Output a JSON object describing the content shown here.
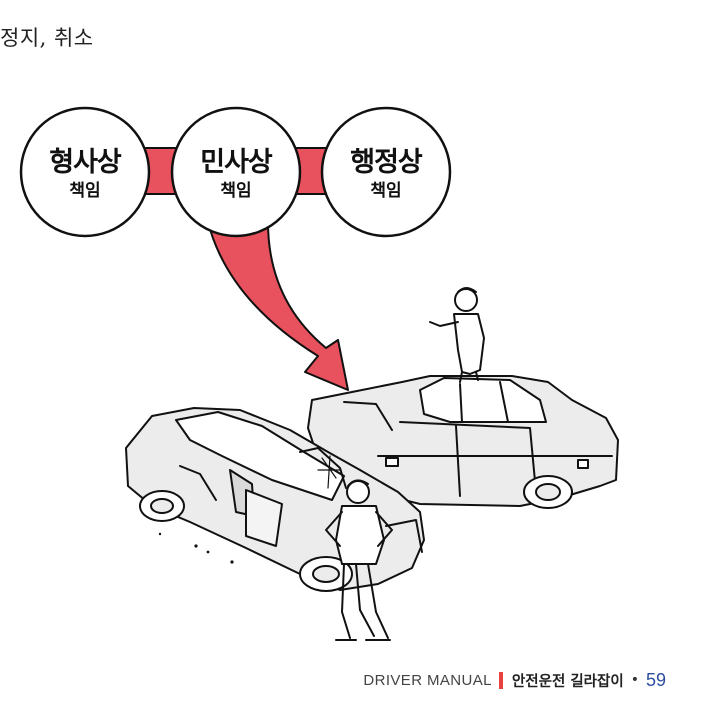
{
  "section_heading": "정지, 취소",
  "responsibility_circles": [
    {
      "main": "형사상",
      "sub": "책임"
    },
    {
      "main": "민사상",
      "sub": "책임"
    },
    {
      "main": "행정상",
      "sub": "책임"
    }
  ],
  "illustration": {
    "arrow_color": "#e8525e",
    "connector_color": "#e8525e",
    "car_fill": "#ececec"
  },
  "footer": {
    "brand": "DRIVER MANUAL",
    "subtitle": "안전운전 길라잡이",
    "separator": "•",
    "page_number": "59",
    "accent_color": "#e8413f",
    "page_color": "#2d4da0"
  }
}
